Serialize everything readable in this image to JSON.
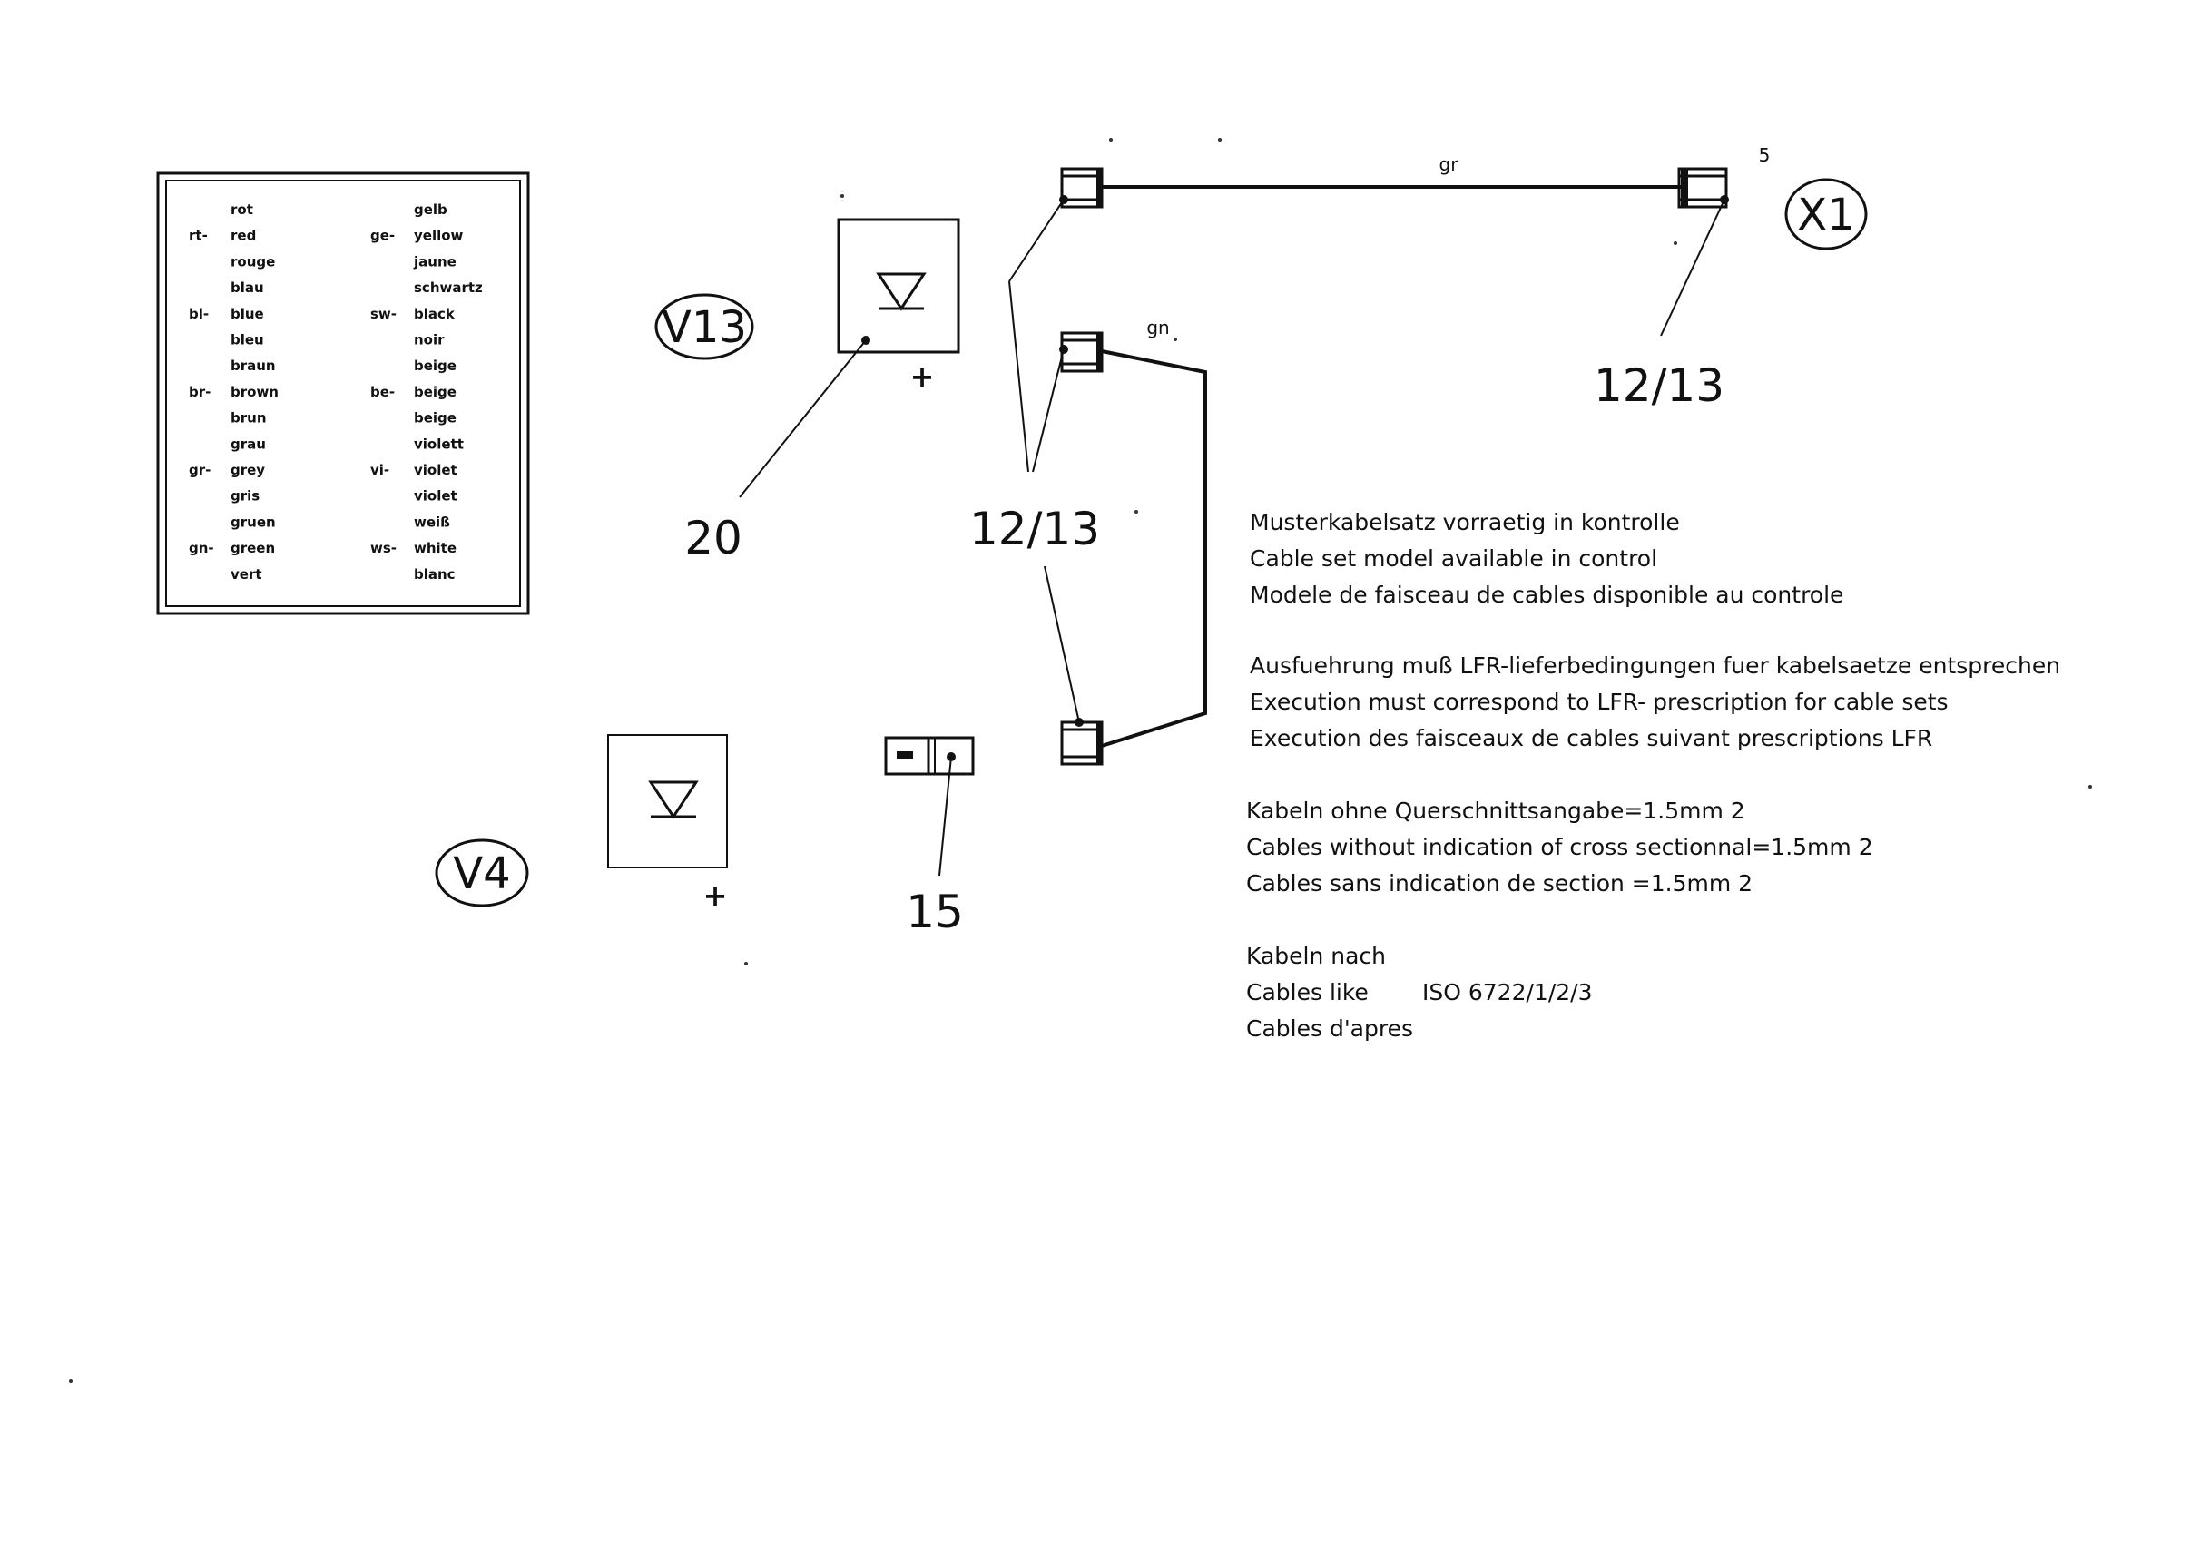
{
  "legend": {
    "rows": [
      {
        "abbr": "",
        "word": "rot",
        "abbr2": "",
        "word2": "gelb"
      },
      {
        "abbr": "rt-",
        "word": "red",
        "abbr2": "ge-",
        "word2": "yellow"
      },
      {
        "abbr": "",
        "word": "rouge",
        "abbr2": "",
        "word2": "jaune"
      },
      {
        "abbr": "",
        "word": "blau",
        "abbr2": "",
        "word2": "schwartz"
      },
      {
        "abbr": "bl-",
        "word": "blue",
        "abbr2": "sw-",
        "word2": "black"
      },
      {
        "abbr": "",
        "word": "bleu",
        "abbr2": "",
        "word2": "noir"
      },
      {
        "abbr": "",
        "word": "braun",
        "abbr2": "",
        "word2": "beige"
      },
      {
        "abbr": "br-",
        "word": "brown",
        "abbr2": "be-",
        "word2": "beige"
      },
      {
        "abbr": "",
        "word": "brun",
        "abbr2": "",
        "word2": "beige"
      },
      {
        "abbr": "",
        "word": "grau",
        "abbr2": "",
        "word2": "violett"
      },
      {
        "abbr": "gr-",
        "word": "grey",
        "abbr2": "vi-",
        "word2": "violet"
      },
      {
        "abbr": "",
        "word": "gris",
        "abbr2": "",
        "word2": "violet"
      },
      {
        "abbr": "",
        "word": "gruen",
        "abbr2": "",
        "word2": "weiß"
      },
      {
        "abbr": "gn-",
        "word": "green",
        "abbr2": "ws-",
        "word2": "white"
      },
      {
        "abbr": "",
        "word": "vert",
        "abbr2": "",
        "word2": "blanc"
      }
    ]
  },
  "labels": {
    "v13": "V13",
    "v4": "V4",
    "x1": "X1",
    "plus_v13": "+",
    "plus_v4": "+",
    "ref_20": "20",
    "ref_12_13_mid": "12/13",
    "ref_12_13_right": "12/13",
    "ref_15": "15",
    "wire_gr": "gr",
    "wire_gn": "gn",
    "pin_5": "5"
  },
  "notes": [
    "Musterkabelsatz vorraetig in kontrolle",
    "Cable set model available in control",
    "Modele de faisceau de cables disponible au controle",
    "Ausfuehrung muß LFR-lieferbedingungen fuer kabelsaetze entsprechen",
    "Execution must correspond to LFR- prescription for cable sets",
    "Execution des faisceaux de cables suivant prescriptions LFR",
    "Kabeln ohne Querschnittsangabe=1.5mm 2",
    "Cables without indication of cross sectionnal=1.5mm 2",
    "Cables sans indication de section =1.5mm 2",
    "Kabeln nach",
    "Cables like",
    "Cables d'apres"
  ],
  "iso_ref": "ISO 6722/1/2/3"
}
